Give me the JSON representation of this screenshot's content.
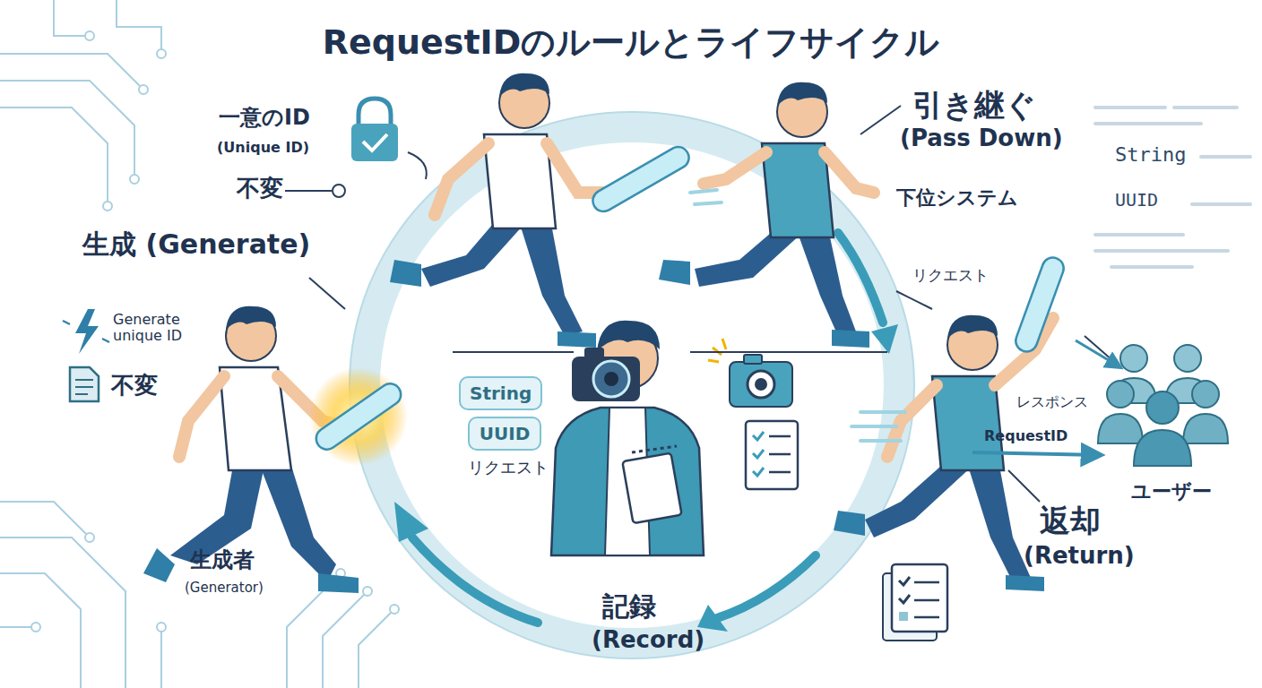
{
  "diagram": {
    "title": "RequestIDのルールとライフサイクル",
    "nodes": [
      {
        "text": [
          "String"
        ]
      },
      {
        "text": [
          "UUID"
        ]
      }
    ],
    "labels": [
      "一意のID",
      "(Unique ID)",
      "不変",
      "生成 (Generate)",
      "Generate unique ID",
      "不変",
      "生成者",
      "(Generator)",
      "引き継ぐ",
      "(Pass Down)",
      "下位システム",
      "リクエスト",
      "レスポンス",
      "RequestID",
      "ユーザー",
      "返却",
      "(Return)",
      "記録",
      "(Record)",
      "リクエスト",
      "String",
      "UUID"
    ]
  }
}
